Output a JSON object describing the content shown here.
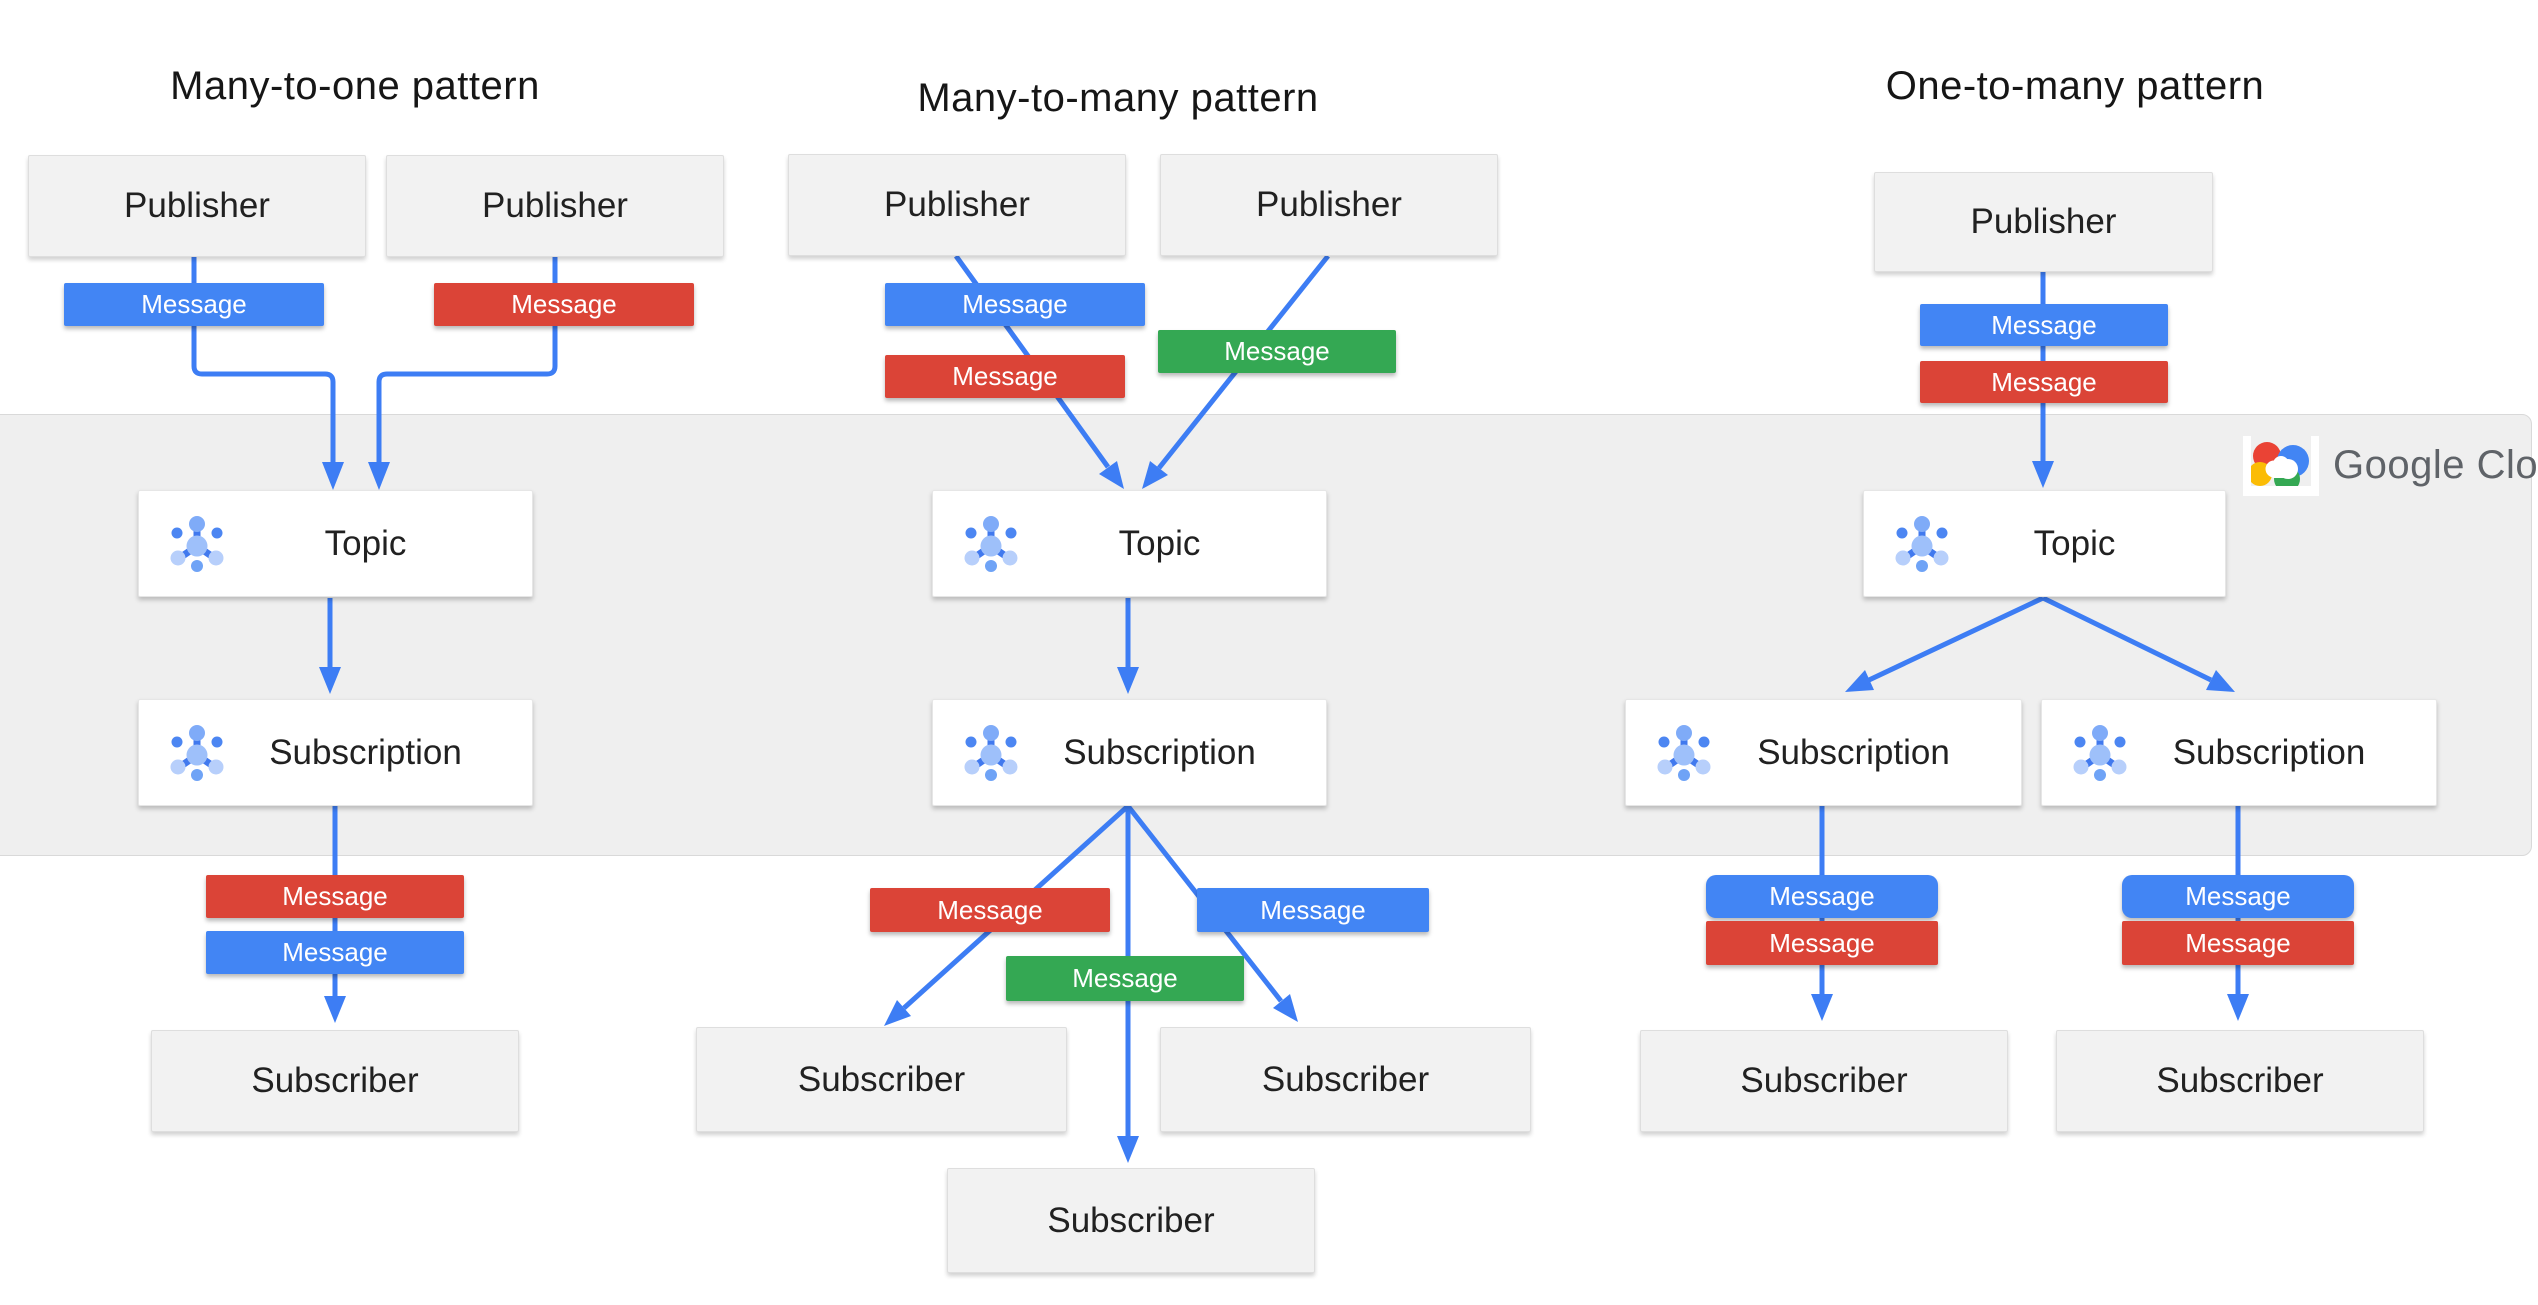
{
  "labels": {
    "publisher": "Publisher",
    "topic": "Topic",
    "subscription": "Subscription",
    "subscriber": "Subscriber",
    "message": "Message"
  },
  "logo": {
    "text": "Google Cloud"
  },
  "colors": {
    "arrow_blue": "#3d7df4",
    "message_blue": "#4285f4",
    "message_red": "#db4437",
    "message_green": "#34a853",
    "band_gray": "#efefef",
    "node_gray": "#f2f2f2",
    "node_white": "#ffffff",
    "logo_text_gray": "#5f6368"
  },
  "patterns": [
    {
      "title": "Many-to-one pattern",
      "publishers": [
        "Publisher",
        "Publisher"
      ],
      "publisher_messages": [
        [
          "blue"
        ],
        [
          "red"
        ]
      ],
      "topic": "Topic",
      "subscriptions": [
        "Subscription"
      ],
      "subscription_messages": [
        [
          "red",
          "blue"
        ]
      ],
      "subscribers": [
        "Subscriber"
      ]
    },
    {
      "title": "Many-to-many  pattern",
      "publishers": [
        "Publisher",
        "Publisher"
      ],
      "publisher_messages": [
        [
          "blue",
          "red"
        ],
        [
          "green"
        ]
      ],
      "topic": "Topic",
      "subscriptions": [
        "Subscription"
      ],
      "subscription_messages": [
        [
          "red"
        ],
        [
          "green"
        ],
        [
          "blue"
        ]
      ],
      "subscribers": [
        "Subscriber",
        "Subscriber",
        "Subscriber"
      ]
    },
    {
      "title": "One-to-many pattern",
      "publishers": [
        "Publisher"
      ],
      "publisher_messages": [
        [
          "blue",
          "red"
        ]
      ],
      "topic": "Topic",
      "subscriptions": [
        "Subscription",
        "Subscription"
      ],
      "subscription_messages": [
        [
          "blue",
          "red"
        ],
        [
          "blue",
          "red"
        ]
      ],
      "subscribers": [
        "Subscriber",
        "Subscriber"
      ]
    }
  ]
}
